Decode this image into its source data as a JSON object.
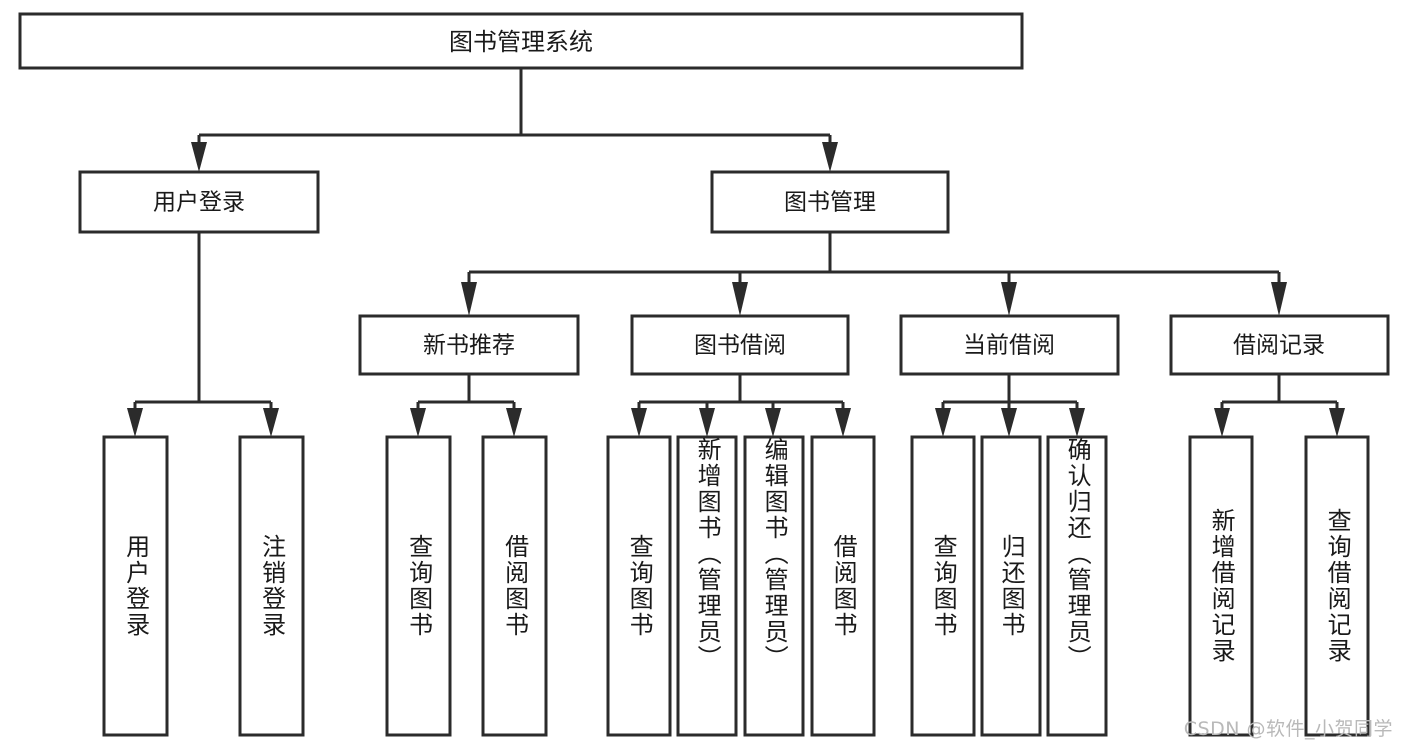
{
  "diagram": {
    "type": "tree",
    "title": "图书管理系统",
    "watermark": "CSDN @软件_小贺同学",
    "colors": {
      "box_stroke": "#2b2b2b",
      "box_fill": "#ffffff",
      "text": "#1a1a1a",
      "background": "#ffffff",
      "watermark": "#b9b9b9"
    },
    "levels": {
      "root": {
        "label": "图书管理系统"
      },
      "level2": [
        {
          "label": "用户登录"
        },
        {
          "label": "图书管理"
        }
      ],
      "level3": [
        {
          "label": "新书推荐"
        },
        {
          "label": "图书借阅"
        },
        {
          "label": "当前借阅"
        },
        {
          "label": "借阅记录"
        }
      ],
      "leaves_user_login": [
        {
          "label": "用户登录"
        },
        {
          "label": "注销登录"
        }
      ],
      "leaves_new_book": [
        {
          "label": "查询图书"
        },
        {
          "label": "借阅图书"
        }
      ],
      "leaves_borrow": [
        {
          "label": "查询图书"
        },
        {
          "label": "新增图书（管理员）"
        },
        {
          "label": "编辑图书（管理员）"
        },
        {
          "label": "借阅图书"
        }
      ],
      "leaves_current": [
        {
          "label": "查询图书"
        },
        {
          "label": "归还图书"
        },
        {
          "label": "确认归还（管理员）"
        }
      ],
      "leaves_records": [
        {
          "label": "新增借阅记录"
        },
        {
          "label": "查询借阅记录"
        }
      ]
    }
  }
}
